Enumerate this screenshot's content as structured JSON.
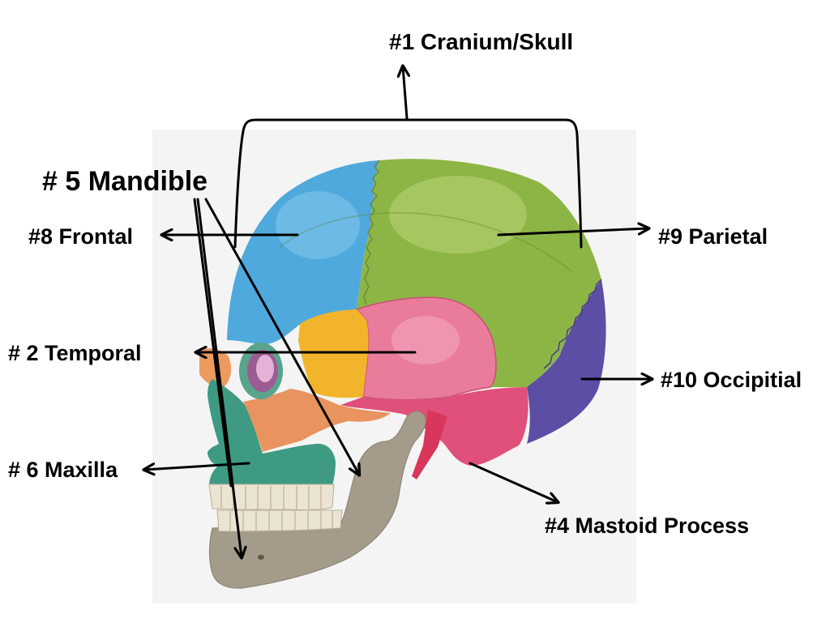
{
  "labels": {
    "cranium": "#1 Cranium/Skull",
    "mandible": "# 5 Mandible",
    "frontal": "#8 Frontal",
    "parietal": "#9 Parietal",
    "temporal": "# 2 Temporal",
    "occipital": "#10 Occipitial",
    "maxilla": "# 6 Maxilla",
    "mastoid": "#4 Mastoid Process"
  },
  "colors": {
    "background": "#f4f4f4",
    "frontal": "#4fa9dd",
    "frontal_highlight": "#8fd0f2",
    "parietal": "#8db546",
    "parietal_highlight": "#c6dc86",
    "occipital": "#5b4ea4",
    "temporal": "#e97b9b",
    "temporal_highlight": "#f7b6c8",
    "temporal_lower": "#e0507a",
    "styloid": "#d8365a",
    "sphenoid": "#f2b42a",
    "zygomatic": "#e9935e",
    "nasal": "#ec9a60",
    "maxilla": "#3f9a83",
    "orbit_rim": "#5aa48c",
    "orbit_inner": "#9a5c92",
    "orbit_light": "#e3b2d4",
    "mandible": "#a59b8b",
    "teeth": "#ece4d2",
    "arrow": "#000000"
  }
}
